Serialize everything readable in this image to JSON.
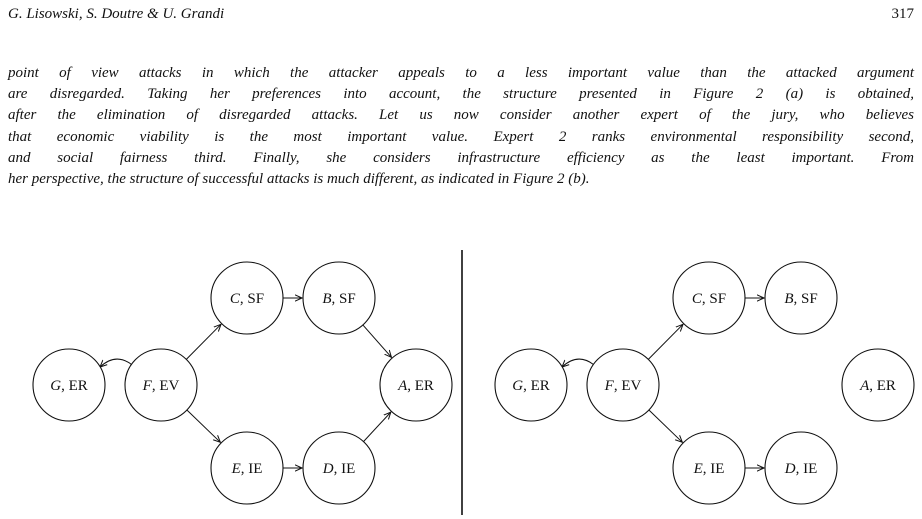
{
  "header": {
    "authors": "G. Lisowski, S. Doutre & U. Grandi",
    "page_number": "317"
  },
  "paragraph": [
    "point of view attacks in which the attacker appeals to a less important value than the attacked argument",
    "are disregarded. Taking her preferences into account, the structure presented in Figure 2 (a) is obtained,",
    "after the elimination of disregarded attacks. Let us now consider another expert of the jury, who believes",
    "that economic viability is the most important value. Expert 2 ranks environmental responsibility second,",
    "and social fairness third. Finally, she considers infrastructure efficiency as the least important. From",
    "her perspective, the structure of successful attacks is much different, as indicated in Figure 2 (b)."
  ],
  "figure": {
    "panels": [
      {
        "id": "a",
        "nodes": [
          {
            "id": "C",
            "letter": "C",
            "value": "SF"
          },
          {
            "id": "B",
            "letter": "B",
            "value": "SF"
          },
          {
            "id": "G",
            "letter": "G",
            "value": "ER"
          },
          {
            "id": "F",
            "letter": "F",
            "value": "EV"
          },
          {
            "id": "A",
            "letter": "A",
            "value": "ER"
          },
          {
            "id": "E",
            "letter": "E",
            "value": "IE"
          },
          {
            "id": "D",
            "letter": "D",
            "value": "IE"
          }
        ],
        "attacks": [
          {
            "from": "F",
            "to": "G"
          },
          {
            "from": "F",
            "to": "C"
          },
          {
            "from": "F",
            "to": "E"
          },
          {
            "from": "C",
            "to": "B"
          },
          {
            "from": "E",
            "to": "D"
          },
          {
            "from": "B",
            "to": "A"
          },
          {
            "from": "D",
            "to": "A"
          }
        ]
      },
      {
        "id": "b",
        "nodes": [
          {
            "id": "C",
            "letter": "C",
            "value": "SF"
          },
          {
            "id": "B",
            "letter": "B",
            "value": "SF"
          },
          {
            "id": "G",
            "letter": "G",
            "value": "ER"
          },
          {
            "id": "F",
            "letter": "F",
            "value": "EV"
          },
          {
            "id": "A",
            "letter": "A",
            "value": "ER"
          },
          {
            "id": "E",
            "letter": "E",
            "value": "IE"
          },
          {
            "id": "D",
            "letter": "D",
            "value": "IE"
          }
        ],
        "attacks": [
          {
            "from": "F",
            "to": "G"
          },
          {
            "from": "F",
            "to": "C"
          },
          {
            "from": "F",
            "to": "E"
          },
          {
            "from": "C",
            "to": "B"
          },
          {
            "from": "E",
            "to": "D"
          }
        ]
      }
    ]
  }
}
